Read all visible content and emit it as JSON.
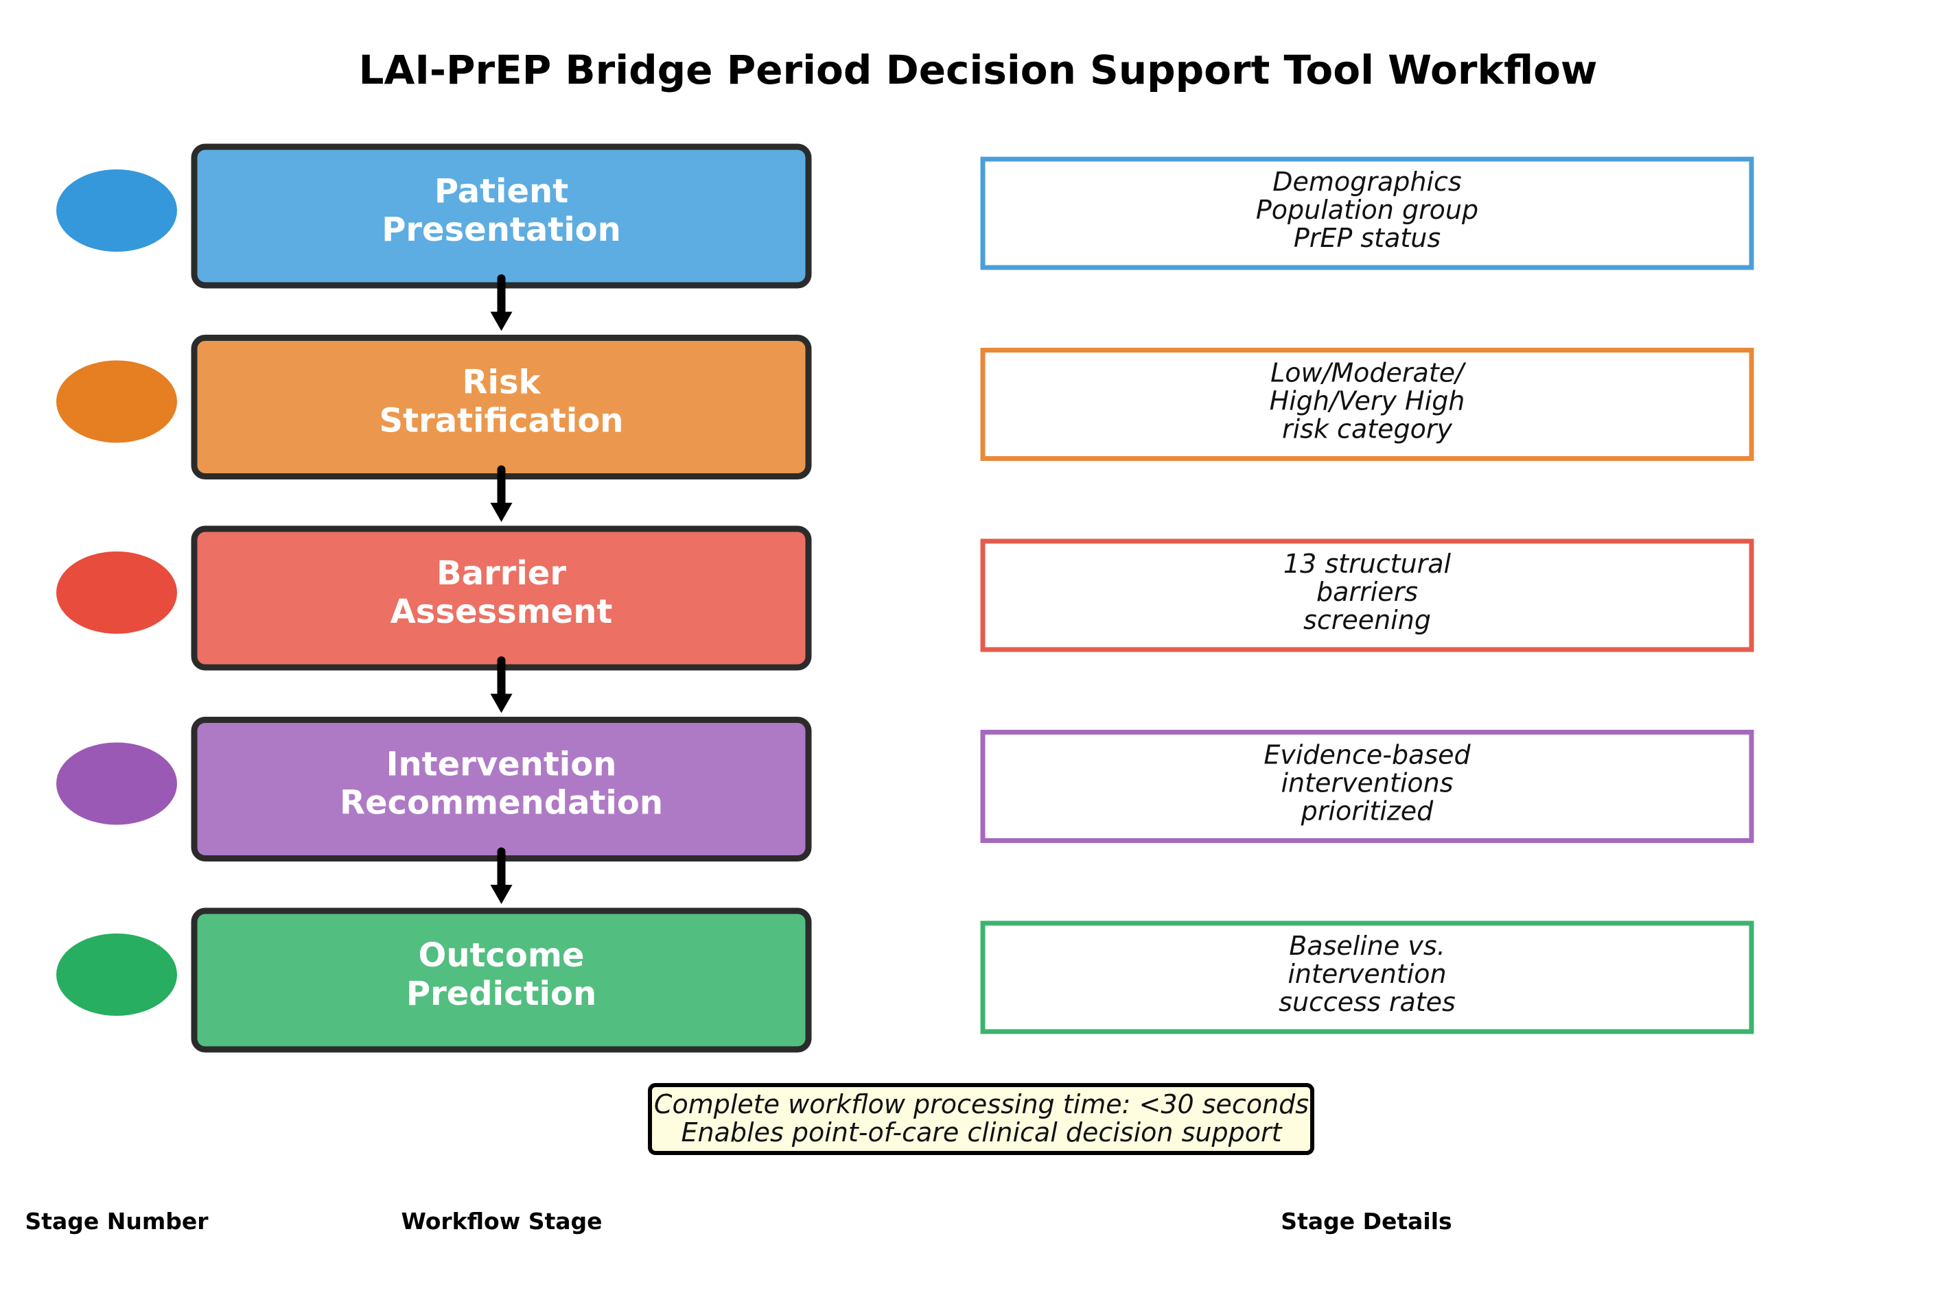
{
  "title": "LAI-PrEP Bridge Period Decision Support Tool Workflow",
  "stages": [
    {
      "label_line1": "Patient",
      "label_line2": "Presentation",
      "fill": "#5DADE2",
      "circle": "#3498DB",
      "detail_border": "#4A9FD8",
      "details": [
        "Demographics",
        "Population group",
        "PrEP status"
      ]
    },
    {
      "label_line1": "Risk",
      "label_line2": "Stratification",
      "fill": "#EB984E",
      "circle": "#E67E22",
      "detail_border": "#E8893A",
      "details": [
        "Low/Moderate/",
        "High/Very High",
        "risk category"
      ]
    },
    {
      "label_line1": "Barrier",
      "label_line2": "Assessment",
      "fill": "#EC7063",
      "circle": "#E74C3C",
      "detail_border": "#E55B4D",
      "details": [
        "13 structural",
        "barriers",
        "screening"
      ]
    },
    {
      "label_line1": "Intervention",
      "label_line2": "Recommendation",
      "fill": "#AF7AC5",
      "circle": "#9B59B6",
      "detail_border": "#A569BD",
      "details": [
        "Evidence-based",
        "interventions",
        "prioritized"
      ]
    },
    {
      "label_line1": "Outcome",
      "label_line2": "Prediction",
      "fill": "#52BE80",
      "circle": "#27AE60",
      "detail_border": "#3DB36E",
      "details": [
        "Baseline vs.",
        "intervention",
        "success rates"
      ]
    }
  ],
  "footer": {
    "line1": "Complete workflow processing time: <30 seconds",
    "line2": "Enables point-of-care clinical decision support",
    "fill": "#FFFDE0"
  },
  "column_headers": {
    "stage_number": "Stage Number",
    "workflow_stage": "Workflow Stage",
    "stage_details": "Stage Details"
  }
}
